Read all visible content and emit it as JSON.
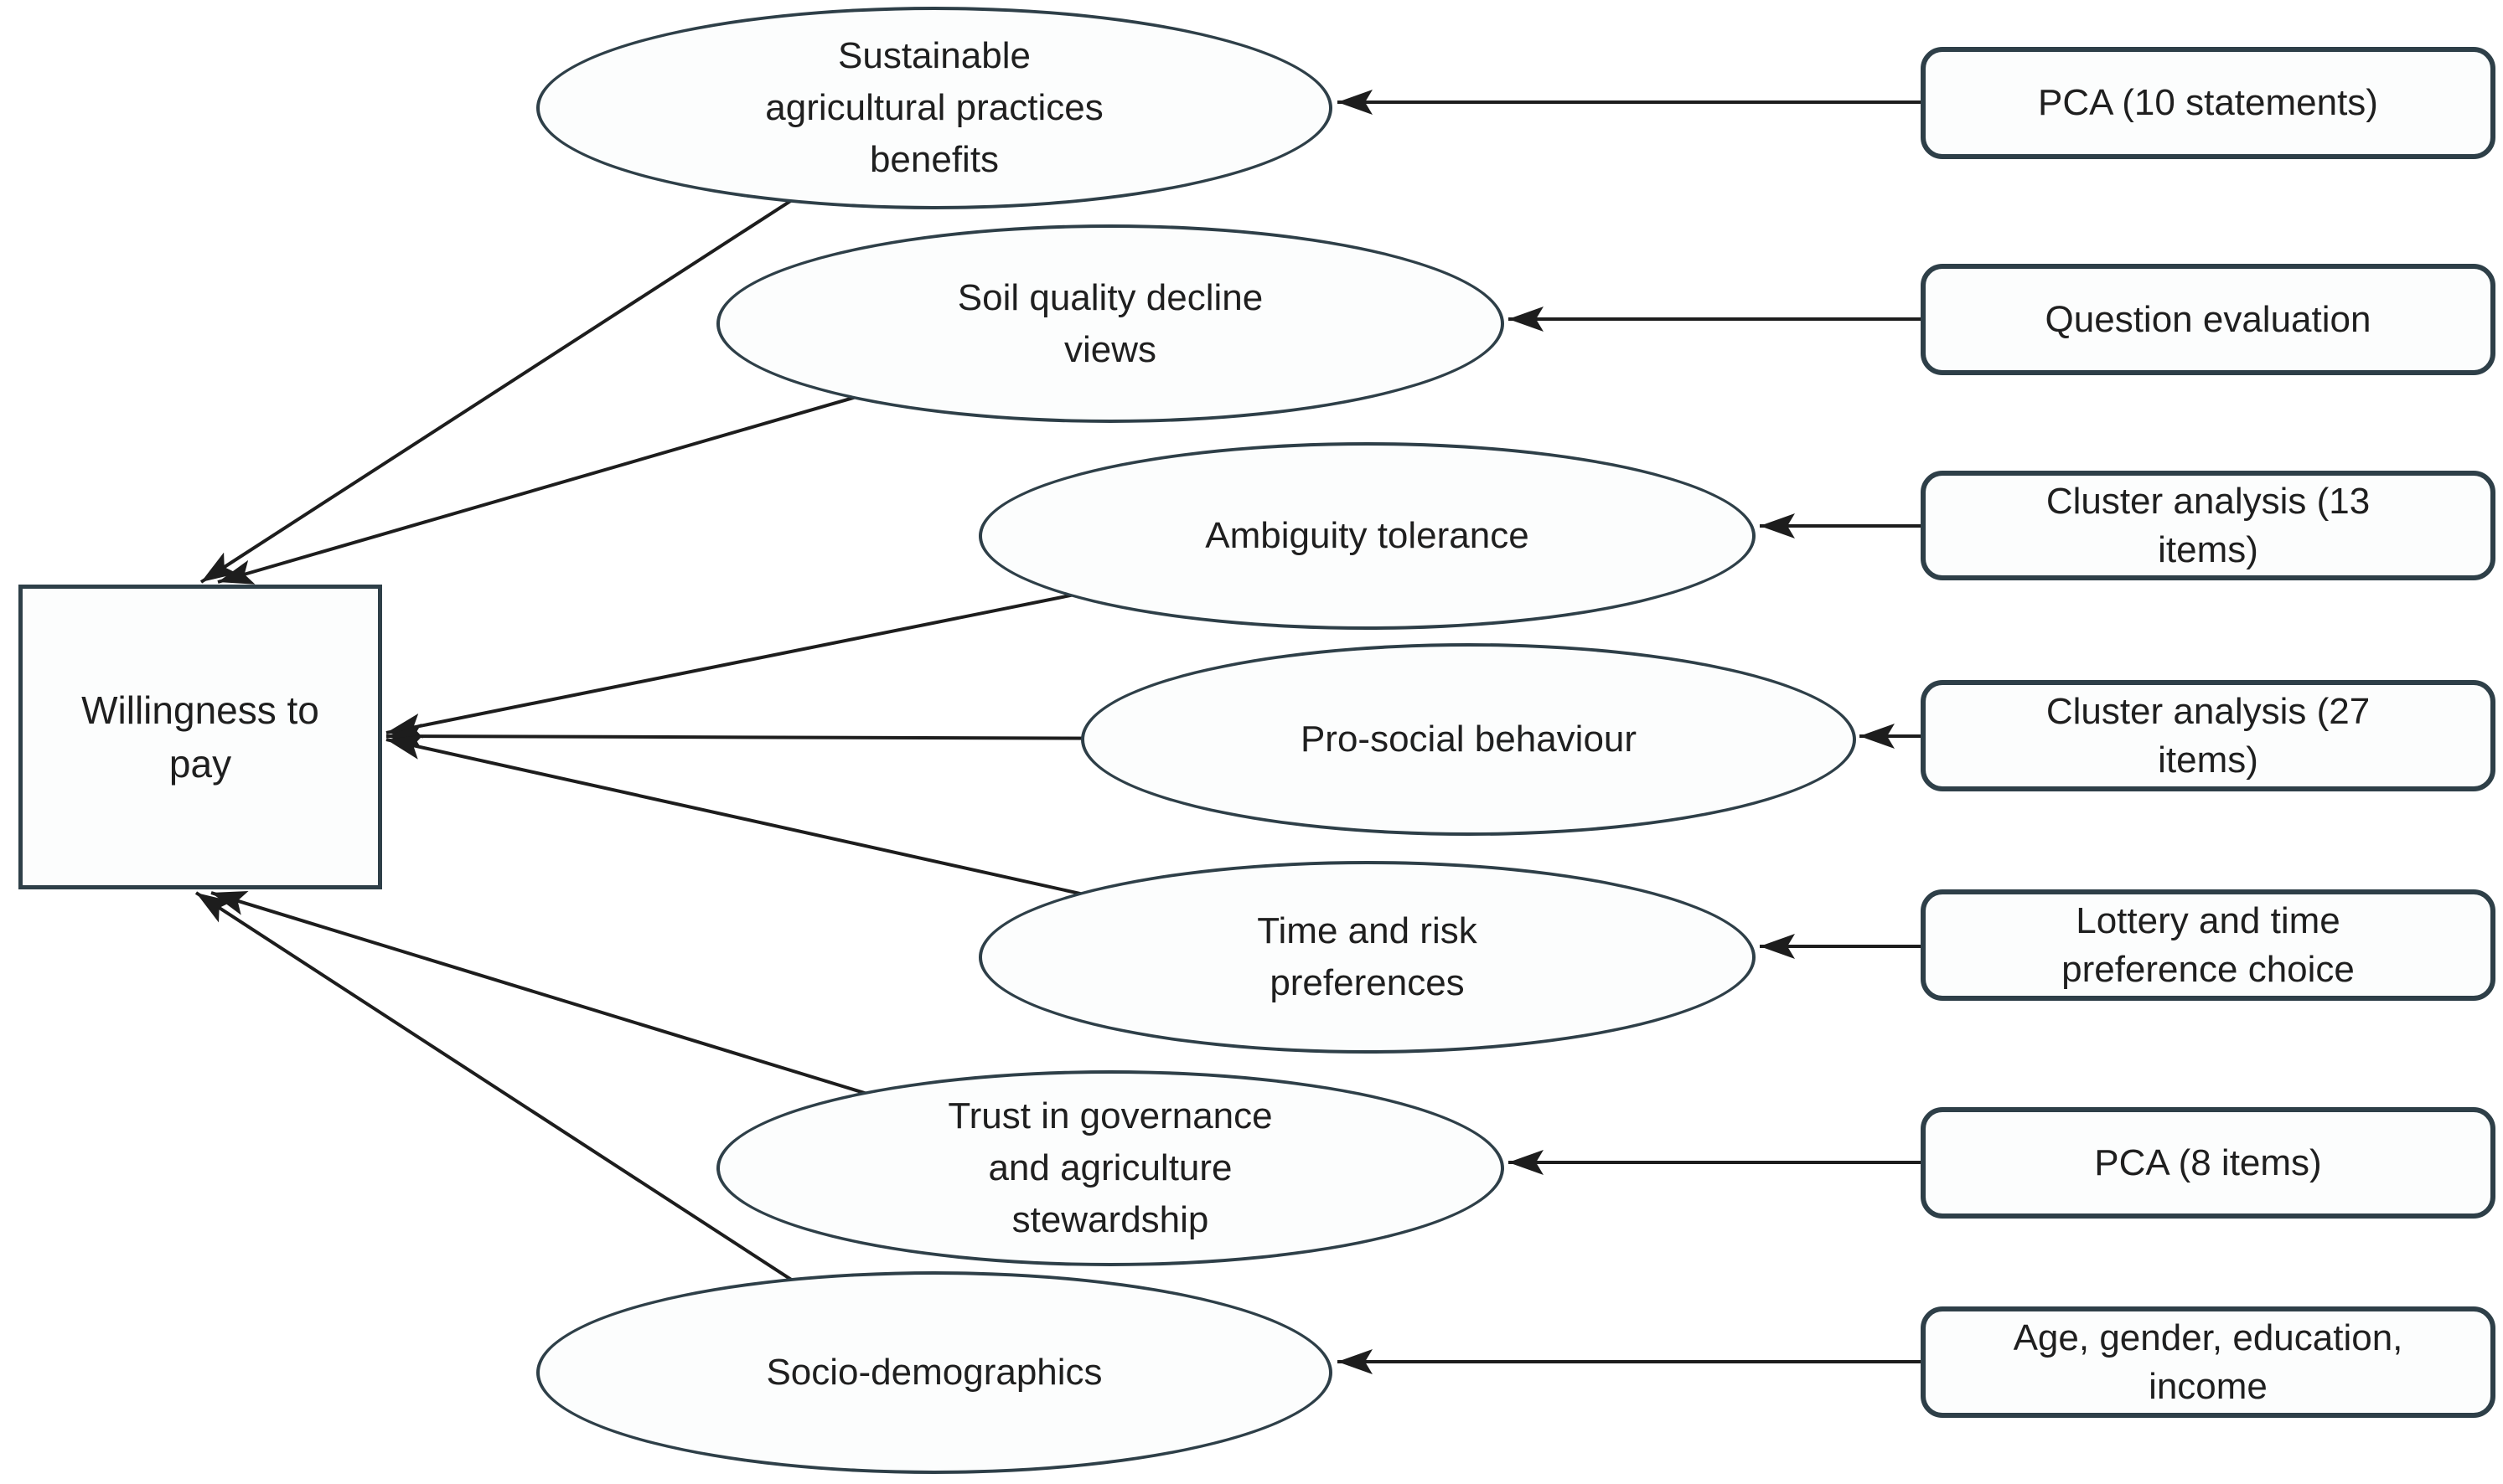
{
  "diagram": {
    "outcome": {
      "label": "Willingness to\npay"
    },
    "constructs": [
      {
        "label": "Sustainable\nagricultural practices\nbenefits",
        "measure": "PCA (10 statements)"
      },
      {
        "label": "Soil quality decline\nviews",
        "measure": "Question evaluation"
      },
      {
        "label": "Ambiguity tolerance",
        "measure": "Cluster analysis (13\nitems)"
      },
      {
        "label": "Pro-social behaviour",
        "measure": "Cluster analysis (27\nitems)"
      },
      {
        "label": "Time and risk\npreferences",
        "measure": "Lottery and time\npreference choice"
      },
      {
        "label": "Trust in governance\nand agriculture\nstewardship",
        "measure": "PCA (8 items)"
      },
      {
        "label": "Socio-demographics",
        "measure": "Age, gender, education,\nincome"
      }
    ],
    "colors": {
      "node_border": "#2e3f48",
      "node_fill": "#fcfdfd",
      "arrow": "#1d1d1d",
      "text": "#1f1f1f",
      "background": "#ffffff"
    }
  }
}
